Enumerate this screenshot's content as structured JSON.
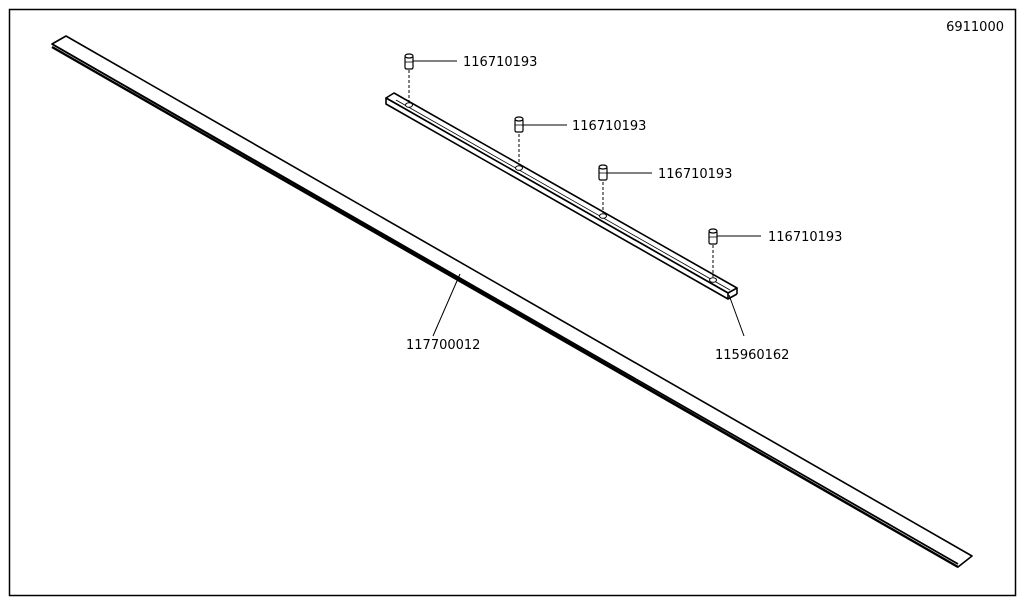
{
  "figure_id": "6911000",
  "parts": {
    "long_strip": {
      "part_number": "117700012"
    },
    "short_bar": {
      "part_number": "115960162"
    },
    "pins": [
      {
        "part_number": "116710193"
      },
      {
        "part_number": "116710193"
      },
      {
        "part_number": "116710193"
      },
      {
        "part_number": "116710193"
      }
    ]
  },
  "colors": {
    "line": "#000000",
    "background": "#ffffff"
  }
}
